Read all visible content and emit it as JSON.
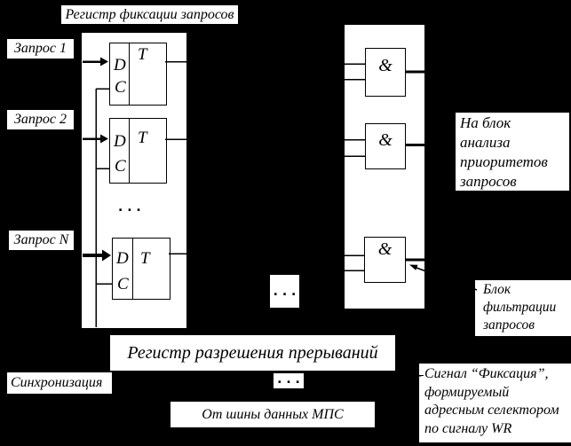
{
  "colors": {
    "background": "#000000",
    "panel": "#ffffff",
    "ink": "#000000"
  },
  "fixation_register": {
    "title": "Регистр фиксации запросов",
    "requests": [
      {
        "label": "Запрос 1"
      },
      {
        "label": "Запрос 2"
      },
      {
        "label": "Запрос N"
      }
    ],
    "flip_flop": {
      "d": "D",
      "c": "C",
      "t": "T"
    },
    "ellipsis": ". . ."
  },
  "filter_block": {
    "gate_symbol": "&",
    "note": "Блок\nфильтрации\nзапросов",
    "output_note": "На блок\nанализа\nприоритетов\nзапросов"
  },
  "middle_ellipsis": ". . .",
  "enable_register": {
    "title": "Регистр разрешения прерываний",
    "ellipsis": ". . ."
  },
  "bus_label": "От шины данных МПС",
  "sync_label": "Синхронизация",
  "fixation_signal_note": "Сигнал “Фиксация”,\nформируемый\nадресным селектором\nпо сигналу WR"
}
